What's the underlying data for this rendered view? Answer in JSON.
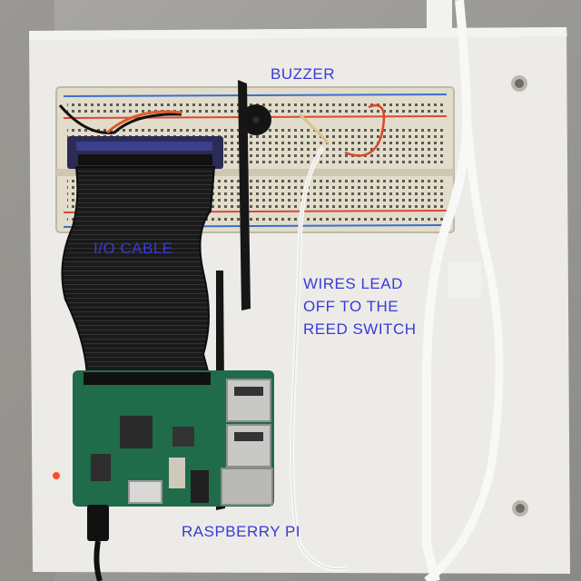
{
  "labels": {
    "buzzer": "BUZZER",
    "io_cable": "I/O CABLE",
    "wires_lead": [
      "WIRES LEAD",
      "OFF TO THE",
      "REED SWITCH"
    ],
    "raspberry_pi": "RASPBERRY PI"
  },
  "colors": {
    "wall": "#9c9a97",
    "board": "#ecebe8",
    "breadboard": "#e2dccb",
    "pcb": "#1f6b4a",
    "cable": "#1c1c1c",
    "label": "#3a3ad8"
  }
}
